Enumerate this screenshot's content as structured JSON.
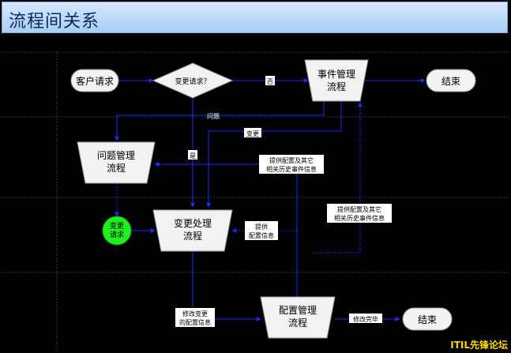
{
  "title": "流程间关系",
  "watermark": "ITIL先锋论坛",
  "nodes": {
    "customer_request": "客户请求",
    "change_request_q": "变更请求？",
    "event_mgmt_1": "事件管理",
    "event_mgmt_2": "流程",
    "end_top": "结束",
    "problem_mgmt_1": "问题管理",
    "problem_mgmt_2": "流程",
    "change_1": "变更",
    "change_2": "请求",
    "change_proc_1": "变更处理",
    "change_proc_2": "流程",
    "config_mgmt_1": "配置管理",
    "config_mgmt_2": "流程",
    "end_bottom": "结束"
  },
  "edge_labels": {
    "no": "否",
    "problem": "问题",
    "yes": "是",
    "change": "变更",
    "provide_config_1": "提供配置及其它",
    "provide_config_2": "相关历史事件信息",
    "provide_config_b1": "提供配置及其它",
    "provide_config_b2": "相关历史事件信息",
    "provide_1": "提供",
    "provide_2": "配置信息",
    "modify_1": "修改变更",
    "modify_2": "的配置信息",
    "modify_done": "修改完毕"
  }
}
